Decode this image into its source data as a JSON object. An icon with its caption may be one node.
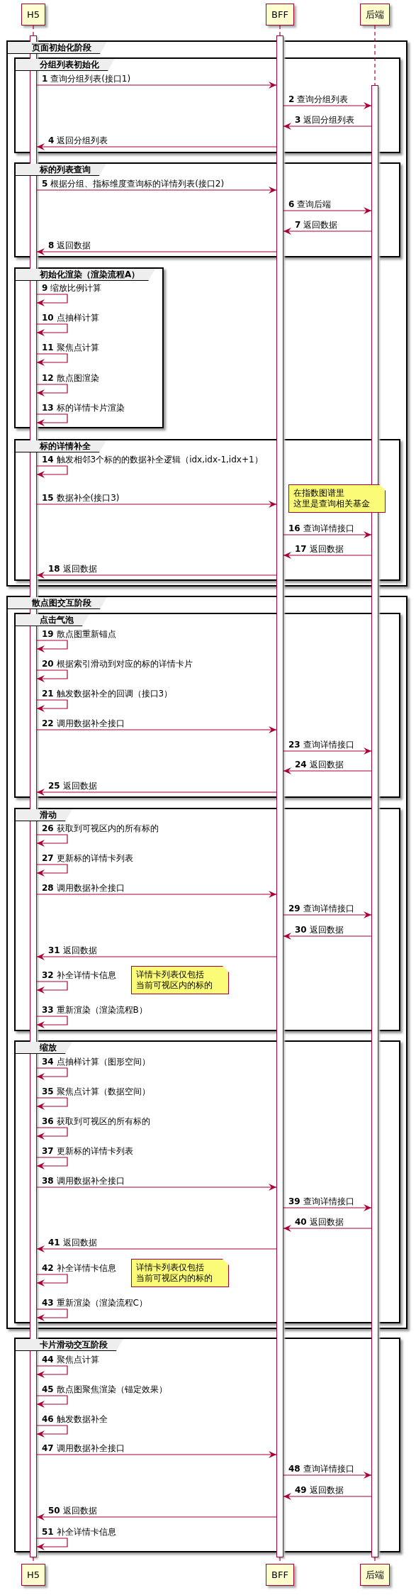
{
  "diagram": {
    "nodes": [
      {
        "text": [
          "H5"
        ]
      },
      {
        "text": [
          "BFF"
        ]
      },
      {
        "text": [
          "后端"
        ]
      },
      {
        "text": [
          "在指数图谱里这里是查询相关基金"
        ]
      },
      {
        "text": [
          "详情卡列表仅包括当前可视区内的标的"
        ]
      },
      {
        "text": [
          "详情卡列表仅包括当前可视区内的标的"
        ]
      },
      {
        "text": [
          "H5"
        ]
      },
      {
        "text": [
          "BFF"
        ]
      },
      {
        "text": [
          "后端"
        ]
      },
      {
        "text": [],
        "shape": "bar"
      },
      {
        "text": [],
        "shape": "bar"
      },
      {
        "text": [],
        "shape": "bar"
      }
    ],
    "edges": [
      {
        "from": 9,
        "to": 10,
        "arrow": "to",
        "label": "**1** 查询分组列表(接口1)"
      },
      {
        "from": 10,
        "to": 11,
        "arrow": "to",
        "label": "**2** 查询分组列表"
      },
      {
        "from": 11,
        "to": 10,
        "arrow": "to",
        "label": "**3** 返回分组列表"
      },
      {
        "from": 10,
        "to": 9,
        "arrow": "to",
        "label": "**4** 返回分组列表"
      },
      {
        "from": 9,
        "to": 10,
        "arrow": "to",
        "label": "**5** 根据分组、指标维度查询标的详情列表(接口2)"
      },
      {
        "from": 10,
        "to": 11,
        "arrow": "to",
        "label": "**6** 查询后端"
      },
      {
        "from": 11,
        "to": 10,
        "arrow": "to",
        "label": "**7** 返回数据"
      },
      {
        "from": 10,
        "to": 9,
        "arrow": "to",
        "label": "**8** 返回数据"
      },
      {
        "from": 9,
        "to": 9,
        "arrow": "to",
        "label": "**9** 缩放比例计算"
      },
      {
        "from": 9,
        "to": 9,
        "arrow": "to",
        "label": "**10** 点抽样计算"
      },
      {
        "from": 9,
        "to": 9,
        "arrow": "to",
        "label": "**11** 聚焦点计算"
      },
      {
        "from": 9,
        "to": 9,
        "arrow": "to",
        "label": "**12** 散点图渲染"
      },
      {
        "from": 9,
        "to": 9,
        "arrow": "to",
        "label": "**13** 标的详情卡片渲染"
      },
      {
        "from": 9,
        "to": 9,
        "arrow": "to",
        "label": "**14** 触发相邻3个标的的数据补全逻辑（idx,idx-1,idx+1）"
      },
      {
        "from": 9,
        "to": 10,
        "arrow": "to",
        "label": "**15** 数据补全(接口3)"
      },
      {
        "from": 10,
        "to": 11,
        "arrow": "to",
        "label": "**16** 查询详情接口"
      },
      {
        "from": 11,
        "to": 10,
        "arrow": "to",
        "label": "**17** 返回数据"
      },
      {
        "from": 10,
        "to": 9,
        "arrow": "to",
        "label": "**18** 返回数据"
      },
      {
        "from": 9,
        "to": 9,
        "arrow": "to",
        "label": "**19** 散点图重新锚点"
      },
      {
        "from": 9,
        "to": 9,
        "arrow": "to",
        "label": "**20** 根据索引滑动到对应的标的详情卡片"
      },
      {
        "from": 9,
        "to": 9,
        "arrow": "to",
        "label": "**21** 触发数据补全的回调（接口3）"
      },
      {
        "from": 9,
        "to": 10,
        "arrow": "to",
        "label": "**22** 调用数据补全接口"
      },
      {
        "from": 10,
        "to": 11,
        "arrow": "to",
        "label": "**23** 查询详情接口"
      },
      {
        "from": 11,
        "to": 10,
        "arrow": "to",
        "label": "**24** 返回数据"
      },
      {
        "from": 10,
        "to": 9,
        "arrow": "to",
        "label": "**25** 返回数据"
      },
      {
        "from": 9,
        "to": 9,
        "arrow": "to",
        "label": "**26** 获取到可视区内的所有标的"
      },
      {
        "from": 9,
        "to": 9,
        "arrow": "to",
        "label": "**27** 更新标的详情卡列表"
      },
      {
        "from": 9,
        "to": 10,
        "arrow": "to",
        "label": "**28** 调用数据补全接口"
      },
      {
        "from": 10,
        "to": 11,
        "arrow": "to",
        "label": "**29** 查询详情接口"
      },
      {
        "from": 11,
        "to": 10,
        "arrow": "to",
        "label": "**30** 返回数据"
      },
      {
        "from": 10,
        "to": 9,
        "arrow": "to",
        "label": "**31** 返回数据"
      },
      {
        "from": 9,
        "to": 9,
        "arrow": "to",
        "label": "**32** 补全详情卡信息"
      },
      {
        "from": 9,
        "to": 9,
        "arrow": "to",
        "label": "**33** 重新渲染（渲染流程B）"
      },
      {
        "from": 9,
        "to": 9,
        "arrow": "to",
        "label": "**34** 点抽样计算（图形空间）"
      },
      {
        "from": 9,
        "to": 9,
        "arrow": "to",
        "label": "**35** 聚焦点计算（数据空间）"
      },
      {
        "from": 9,
        "to": 9,
        "arrow": "to",
        "label": "**36** 获取到可视区的所有标的"
      },
      {
        "from": 9,
        "to": 9,
        "arrow": "to",
        "label": "**37** 更新标的详情卡列表"
      },
      {
        "from": 9,
        "to": 10,
        "arrow": "to",
        "label": "**38** 调用数据补全接口"
      },
      {
        "from": 10,
        "to": 11,
        "arrow": "to",
        "label": "**39** 查询详情接口"
      },
      {
        "from": 11,
        "to": 10,
        "arrow": "to",
        "label": "**40** 返回数据"
      },
      {
        "from": 10,
        "to": 9,
        "arrow": "to",
        "label": "**41** 返回数据"
      },
      {
        "from": 9,
        "to": 9,
        "arrow": "to",
        "label": "**42** 补全详情卡信息"
      },
      {
        "from": 9,
        "to": 9,
        "arrow": "to",
        "label": "**43** 重新渲染（渲染流程C）"
      },
      {
        "from": 9,
        "to": 9,
        "arrow": "to",
        "label": "**44** 聚焦点计算"
      },
      {
        "from": 9,
        "to": 9,
        "arrow": "to",
        "label": "**45** 散点图聚焦渲染（锚定效果）"
      },
      {
        "from": 9,
        "to": 9,
        "arrow": "to",
        "label": "**46** 触发数据补全"
      },
      {
        "from": 9,
        "to": 10,
        "arrow": "to",
        "label": "**47** 调用数据补全接口"
      },
      {
        "from": 10,
        "to": 11,
        "arrow": "to",
        "label": "**48** 查询详情接口"
      },
      {
        "from": 11,
        "to": 10,
        "arrow": "to",
        "label": "**49** 返回数据"
      },
      {
        "from": 10,
        "to": 9,
        "arrow": "to",
        "label": "**50** 返回数据"
      },
      {
        "from": 9,
        "to": 9,
        "arrow": "to",
        "label": "**51** 补全详情卡信息"
      },
      {
        "from": 0,
        "to": 9,
        "arrow": "none",
        "style": "dashed"
      },
      {
        "from": 1,
        "to": 10,
        "arrow": "none",
        "style": "dashed"
      },
      {
        "from": 2,
        "to": 11,
        "arrow": "none",
        "style": "dashed"
      },
      {
        "from": 9,
        "to": 6,
        "arrow": "none",
        "style": "dashed"
      },
      {
        "from": 10,
        "to": 7,
        "arrow": "none",
        "style": "dashed"
      },
      {
        "from": 11,
        "to": 8,
        "arrow": "none",
        "style": "dashed"
      }
    ],
    "labels": [
      "页面初始化阶段",
      "分组列表初始化",
      "标的列表查询",
      "初始化渲染（渲染流程A）",
      "标的详情补全",
      "散点图交互阶段",
      "点击气泡",
      "滑动",
      "缩放",
      "卡片滑动交互阶段"
    ]
  }
}
